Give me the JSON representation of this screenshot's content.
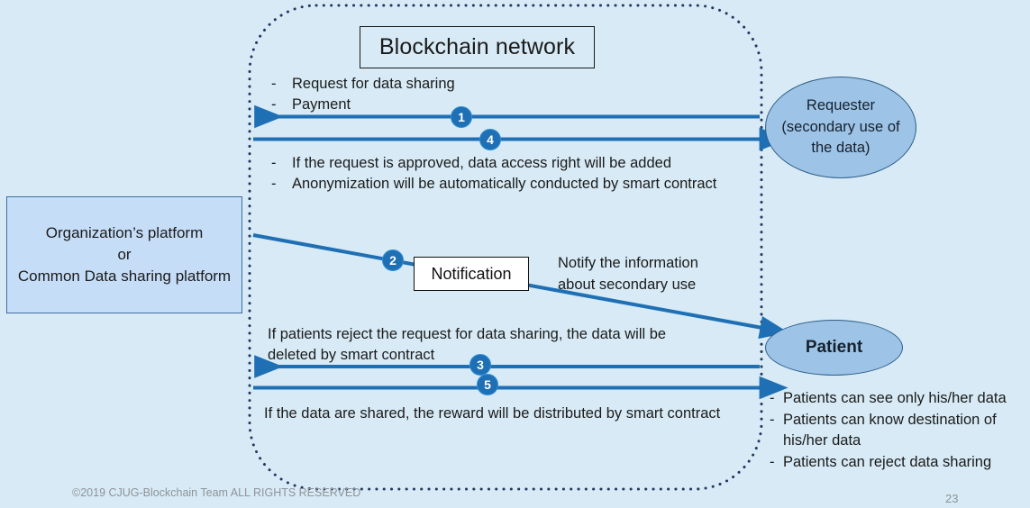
{
  "slide": {
    "background_color": "#d7eaf5",
    "copyright": "©2019 CJUG-Blockchain Team ALL RIGHTS RESERVED",
    "page_number": "23"
  },
  "network": {
    "title": "Blockchain network",
    "border_style": "dotted",
    "border_color": "#1f3864"
  },
  "platform_box": {
    "line1": "Organization’s platform",
    "line2": "or",
    "line3": "Common Data sharing platform",
    "fill_color": "#c6ddf7"
  },
  "actors": {
    "requester": {
      "line1": "Requester",
      "line2": "(secondary use of",
      "line3": "the data)",
      "fill_color": "#9dc3e6"
    },
    "patient": {
      "label": "Patient",
      "fill_color": "#9dc3e6"
    }
  },
  "notification": {
    "label": "Notification",
    "caption_line1": "Notify the information",
    "caption_line2": "about secondary use"
  },
  "top_bullets": [
    {
      "dash": "-",
      "text": "Request for data sharing"
    },
    {
      "dash": "-",
      "text": "Payment"
    }
  ],
  "mid_bullets": [
    {
      "dash": "-",
      "text": "If the request is approved, data access right will be added"
    },
    {
      "dash": "-",
      "text": "Anonymization will be automatically conducted by smart contract"
    }
  ],
  "reject_text": {
    "line1": "If patients reject the request for data sharing, the data will be",
    "line2": "deleted by smart contract"
  },
  "reward_text": {
    "line1": "If the data are shared, the reward will be distributed by smart contract"
  },
  "patient_bullets": [
    {
      "dash": "-",
      "text": "Patients can see only his/her data",
      "cont": ""
    },
    {
      "dash": "-",
      "text": "Patients can know destination of",
      "cont": "his/her data"
    },
    {
      "dash": "-",
      "text": "Patients can reject data sharing",
      "cont": ""
    }
  ],
  "steps": [
    {
      "number": "1",
      "description": "Request for data sharing and payment from requester to platform",
      "direction": "left"
    },
    {
      "number": "4",
      "description": "Data access right added and anonymization response to requester",
      "direction": "right"
    },
    {
      "number": "2",
      "description": "Notification to patient about secondary use",
      "direction": "right-down"
    },
    {
      "number": "3",
      "description": "Patient rejection flows to platform",
      "direction": "left"
    },
    {
      "number": "5",
      "description": "Reward distributed to patient",
      "direction": "right"
    }
  ],
  "arrow_color": "#1f6fb5"
}
